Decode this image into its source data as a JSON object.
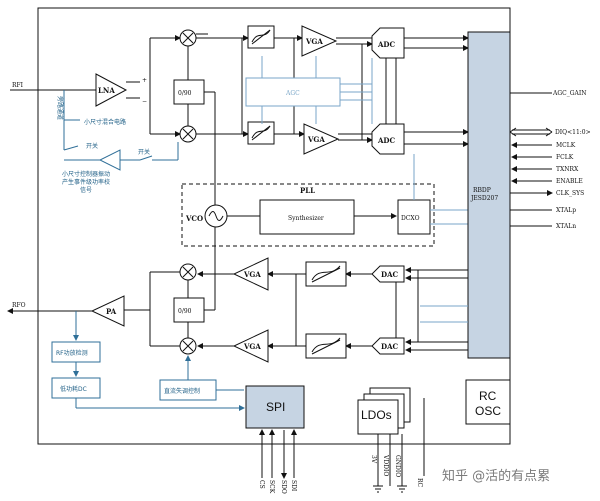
{
  "ports": {
    "rfi": "RFI",
    "rfo": "RFO",
    "agc_gain": "AGC_GAIN",
    "diq": "DIQ<11:0>",
    "mclk": "MCLK",
    "fclk": "FCLK",
    "txnrx": "TXNRX",
    "enable": "ENABLE",
    "clk_sys": "CLK_SYS",
    "xtal_p": "XTALp",
    "xtal_n": "XTALn"
  },
  "blocks": {
    "lna": "LNA",
    "pa": "PA",
    "quad_top": "0/90",
    "quad_bottom": "0/90",
    "vga": "VGA",
    "adc": "ADC",
    "dac": "DAC",
    "agc": "AGC",
    "pll": "PLL",
    "vco": "VCO",
    "synthesizer": "Synthesizer",
    "dcxo": "DCXO",
    "rbdp_line1": "RBDP",
    "rbdp_line2": "JESD207",
    "spi": "SPI",
    "ldos": "LDOs",
    "rc_line1": "RC",
    "rc_line2": "OSC"
  },
  "annotations": {
    "bypass": "旁路通道",
    "small_signal_mixer": "小尺寸混合电路",
    "switch_a": "开关",
    "switch_b": "开关",
    "coarse_signal_line1": "小尺寸控制器振动",
    "coarse_signal_line2": "产生事件级功率校",
    "coarse_signal_line3": "信号",
    "rf_detect": "RF功放检测",
    "low_power_dc": "低功耗DC",
    "quad_phase_sel": "直流失调控制"
  },
  "spi_pins": [
    "CS",
    "SCK",
    "SDO",
    "SDI"
  ],
  "ldo_pins": [
    "3V",
    "VDDIO",
    "GNDIO",
    "RC"
  ],
  "watermark": "知乎 @活的有点累"
}
